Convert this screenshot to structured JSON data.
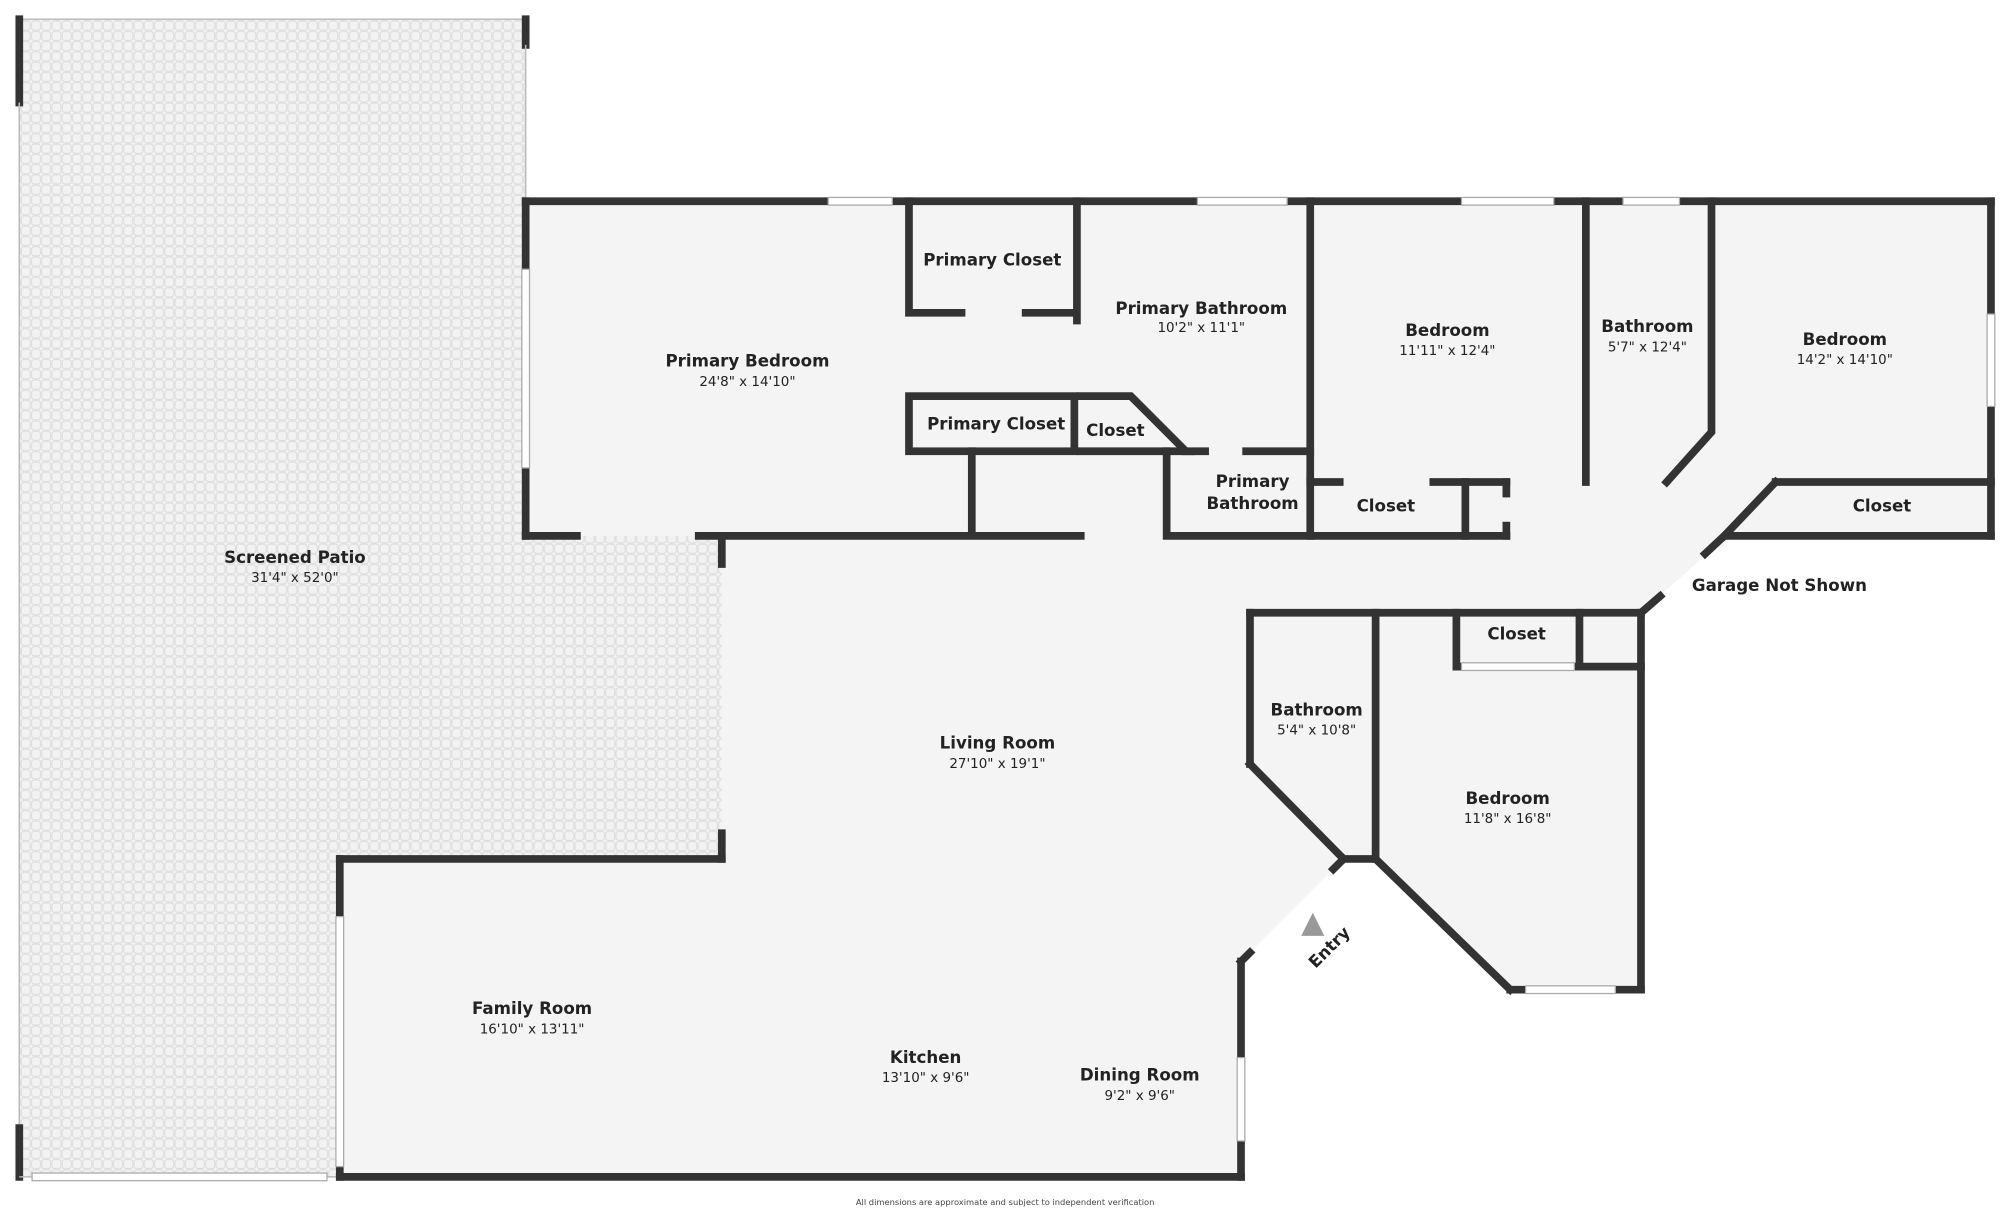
{
  "rooms": {
    "screened_patio": {
      "name": "Screened Patio",
      "dims": "31'4\" x 52'0\""
    },
    "primary_bedroom": {
      "name": "Primary Bedroom",
      "dims": "24'8\" x 14'10\""
    },
    "primary_closet_1": {
      "name": "Primary Closet"
    },
    "primary_closet_2": {
      "name": "Primary Closet"
    },
    "primary_bathroom": {
      "name": "Primary Bathroom",
      "dims": "10'2\" x 11'1\""
    },
    "closet_small": {
      "name": "Closet"
    },
    "primary_bathroom_2": {
      "name_line1": "Primary",
      "name_line2": "Bathroom"
    },
    "bedroom_2": {
      "name": "Bedroom",
      "dims": "11'11\" x 12'4\""
    },
    "closet_bedroom_2": {
      "name": "Closet"
    },
    "bathroom_2": {
      "name": "Bathroom",
      "dims": "5'7\" x 12'4\""
    },
    "bedroom_3": {
      "name": "Bedroom",
      "dims": "14'2\" x 14'10\""
    },
    "closet_bedroom_3": {
      "name": "Closet"
    },
    "garage": {
      "name": "Garage Not Shown"
    },
    "living_room": {
      "name": "Living Room",
      "dims": "27'10\" x 19'1\""
    },
    "bathroom_3": {
      "name": "Bathroom",
      "dims": "5'4\" x 10'8\""
    },
    "closet_bedroom_4": {
      "name": "Closet"
    },
    "bedroom_4": {
      "name": "Bedroom",
      "dims": "11'8\" x 16'8\""
    },
    "family_room": {
      "name": "Family Room",
      "dims": "16'10\" x 13'11\""
    },
    "kitchen": {
      "name": "Kitchen",
      "dims": "13'10\" x 9'6\""
    },
    "dining_room": {
      "name": "Dining Room",
      "dims": "9'2\" x 9'6\""
    },
    "entry": {
      "name": "Entry"
    }
  },
  "footer": "All dimensions are approximate and subject to independent verification",
  "colors": {
    "wall": "#333333",
    "floor": "#f4f4f4",
    "patio_grid": "#e2e2e2"
  }
}
